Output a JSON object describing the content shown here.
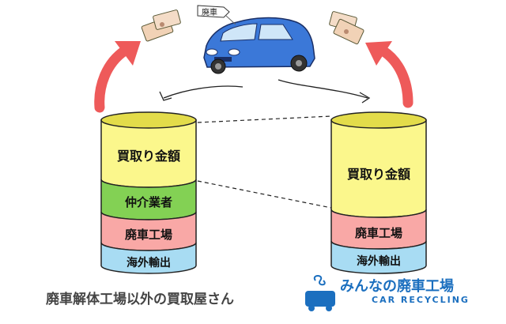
{
  "left_cylinder": {
    "segments": [
      {
        "label": "買取り金額",
        "color": "#fbf78c"
      },
      {
        "label": "仲介業者",
        "color": "#83d154"
      },
      {
        "label": "廃車工場",
        "color": "#f9a8a6"
      },
      {
        "label": "海外輸出",
        "color": "#a8dcf3"
      }
    ]
  },
  "right_cylinder": {
    "segments": [
      {
        "label": "買取り金額",
        "color": "#fbf78c"
      },
      {
        "label": "廃車工場",
        "color": "#f9a8a6"
      },
      {
        "label": "海外輸出",
        "color": "#a8dcf3"
      }
    ]
  },
  "car": {
    "tag_text": "廃車",
    "body_color": "#3b78d8"
  },
  "arrow_color": "#ee5a5a",
  "caption": "廃車解体工場以外の買取屋さん",
  "logo": {
    "name": "みんなの廃車工場",
    "tagline": "CAR RECYCLING",
    "color": "#1b6fbf"
  }
}
